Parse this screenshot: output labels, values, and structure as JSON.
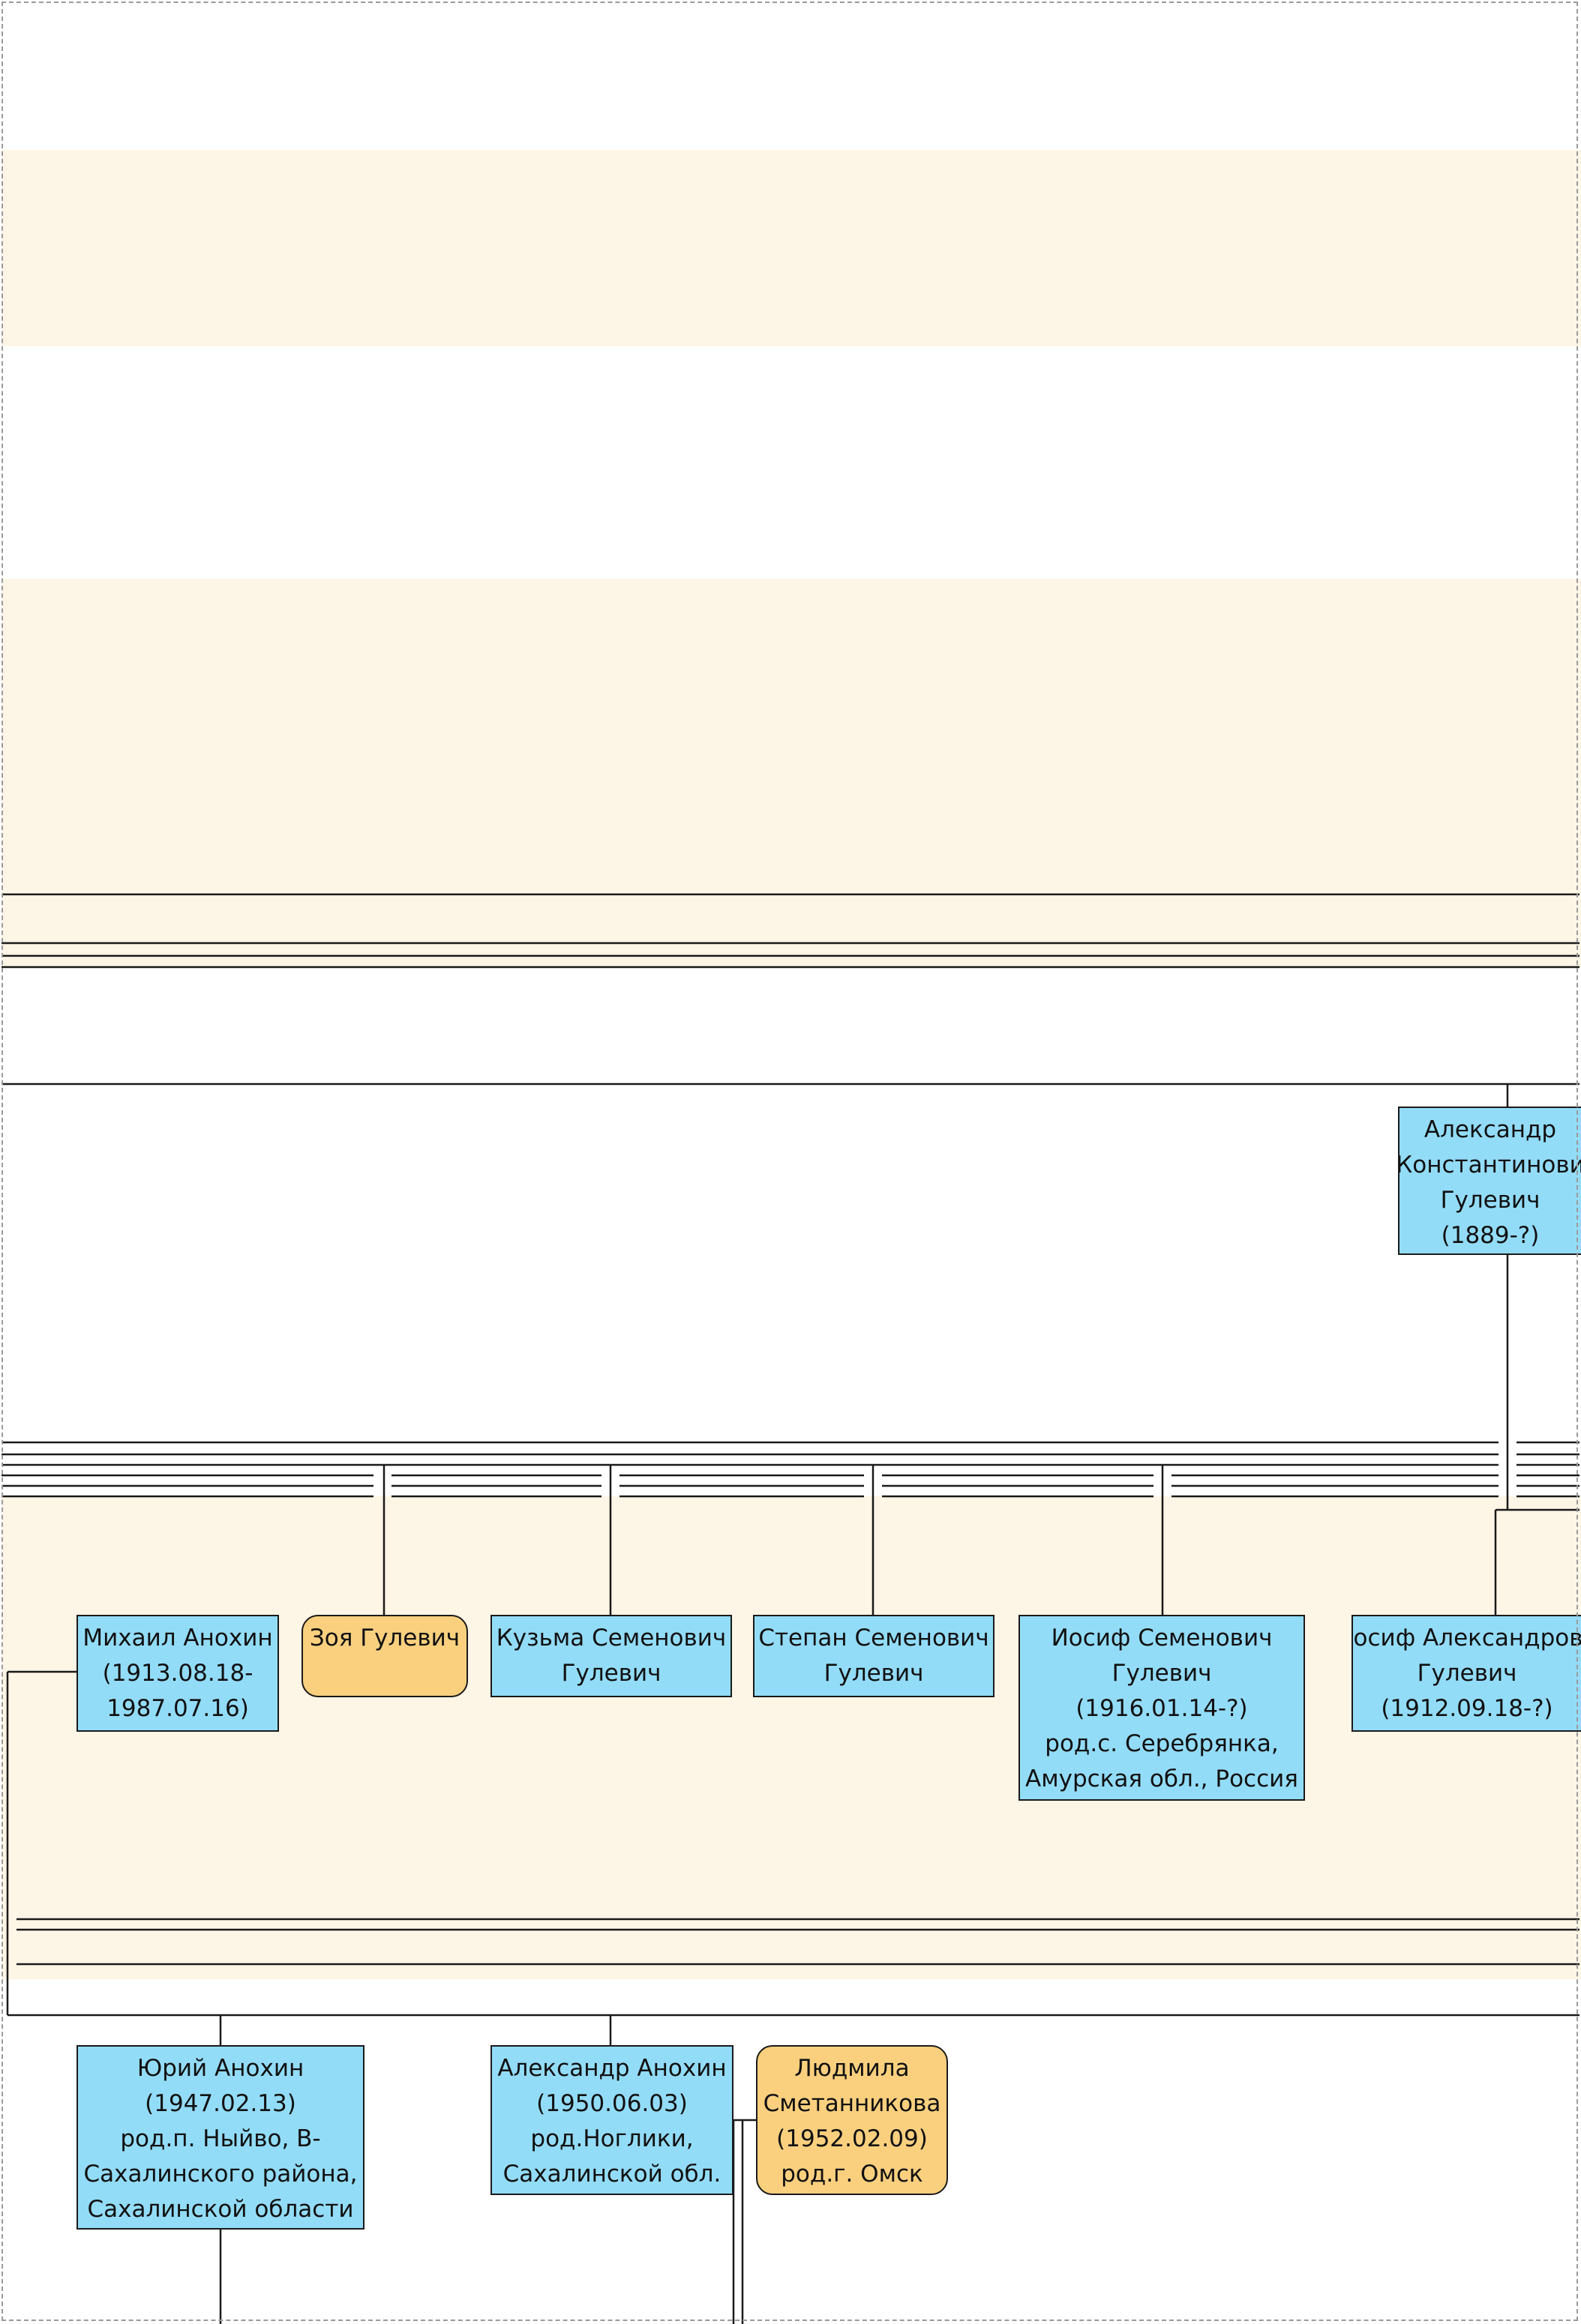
{
  "colors": {
    "band": "#fdf5e5",
    "male_fill": "#93dcf8",
    "female_fill": "#fad07f",
    "line": "#1a1a1a",
    "frame": "#9a9a9a"
  },
  "people": {
    "aleksandr_k": {
      "gender": "male",
      "lines": [
        "Александр",
        "Константинови",
        "Гулевич",
        "(1889-?)"
      ]
    },
    "mikhail": {
      "gender": "male",
      "lines": [
        "Михаил Анохин",
        "(1913.08.18-",
        "1987.07.16)"
      ]
    },
    "zoya": {
      "gender": "female",
      "lines": [
        "Зоя Гулевич"
      ]
    },
    "kuzma": {
      "gender": "male",
      "lines": [
        "Кузьма Семенович",
        "Гулевич"
      ]
    },
    "stepan": {
      "gender": "male",
      "lines": [
        "Степан Семенович",
        "Гулевич"
      ]
    },
    "iosif_s": {
      "gender": "male",
      "lines": [
        "Иосиф Семенович",
        "Гулевич",
        "(1916.01.14-?)",
        "род.с. Серебрянка,",
        "Амурская обл., Россия"
      ]
    },
    "iosif_a": {
      "gender": "male",
      "lines": [
        "Иосиф Александрови",
        "Гулевич",
        "(1912.09.18-?)"
      ]
    },
    "yuri": {
      "gender": "male",
      "lines": [
        "Юрий Анохин",
        "(1947.02.13)",
        "род.п. Ныйво, В-",
        "Сахалинского района,",
        "Сахалинской области"
      ]
    },
    "aleksandr_a": {
      "gender": "male",
      "lines": [
        "Александр Анохин",
        "(1950.06.03)",
        "род.Ноглики,",
        "Сахалинской обл."
      ]
    },
    "lyudmila": {
      "gender": "female",
      "lines": [
        "Людмила",
        "Сметанникова",
        "(1952.02.09)",
        "род.г. Омск"
      ]
    }
  }
}
